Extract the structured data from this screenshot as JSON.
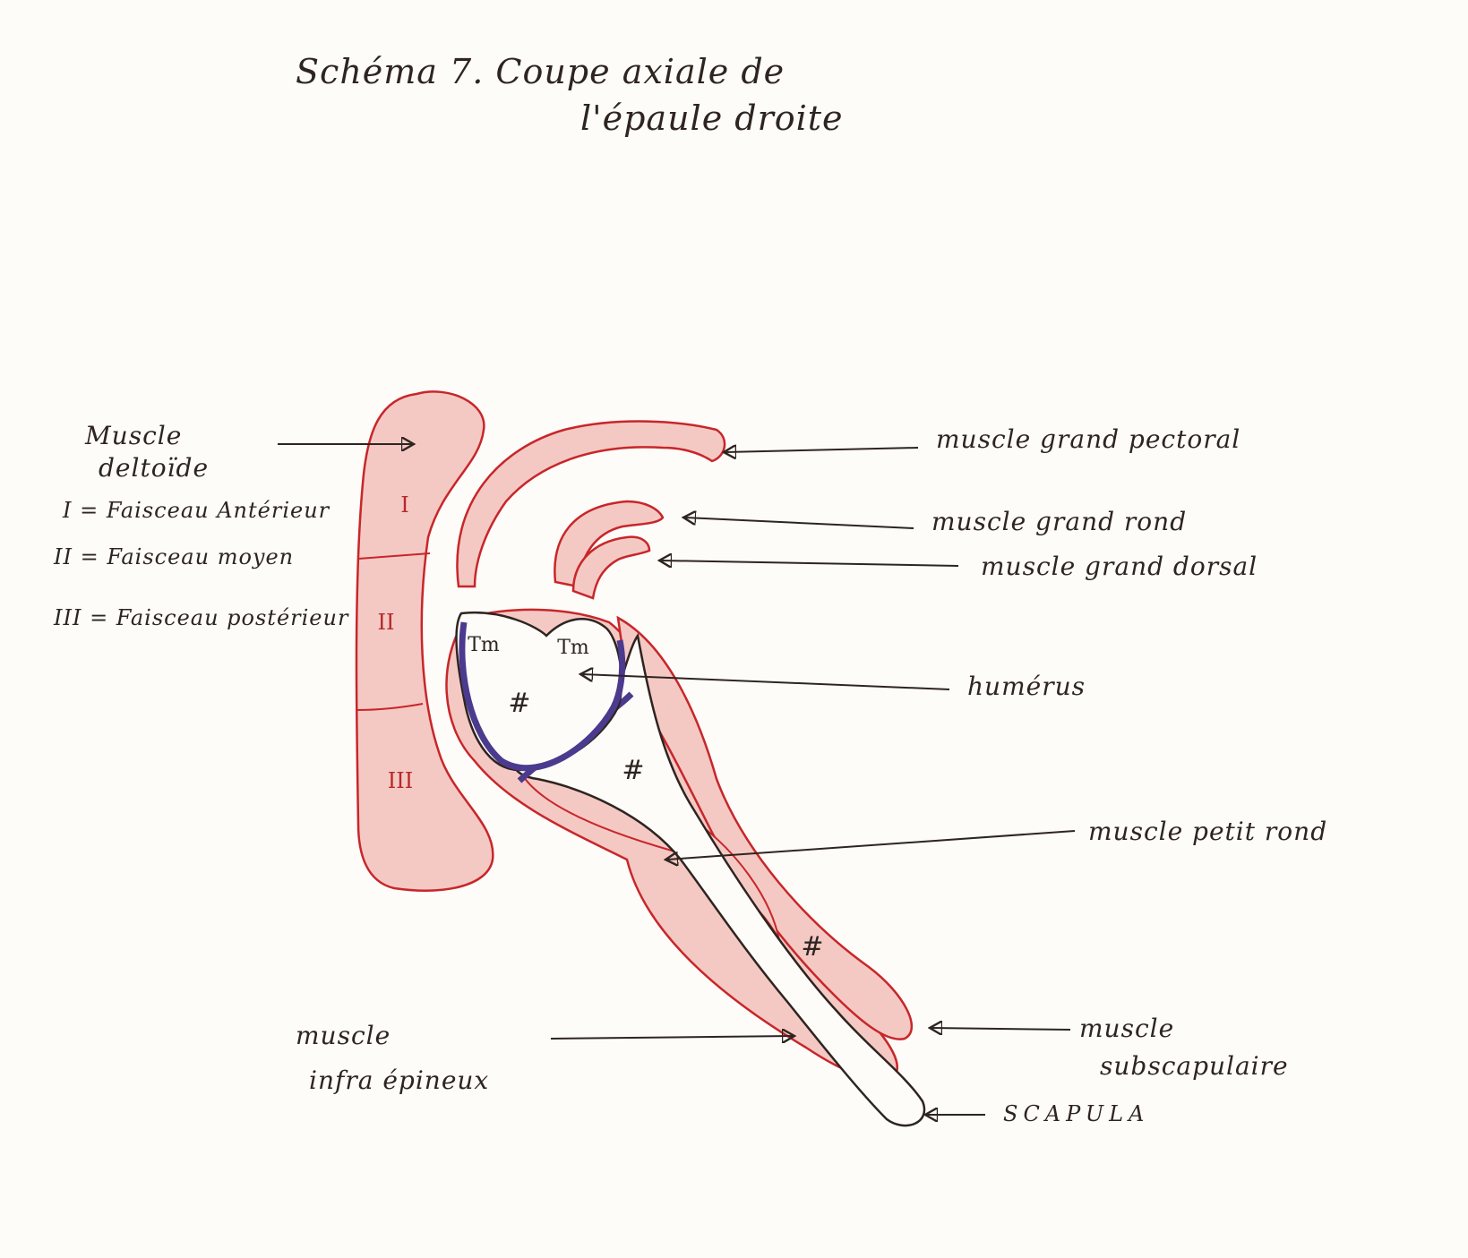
{
  "title": {
    "line1": "Schéma 7. Coupe axiale de",
    "line2": "l'épaule droite"
  },
  "left_labels": {
    "deltoide_line1": "Muscle",
    "deltoide_line2": "deltoïde",
    "legend": [
      "I = Faisceau Antérieur",
      "II = Faisceau moyen",
      "III = Faisceau postérieur"
    ],
    "infra_line1": "muscle",
    "infra_line2": "infra épineux"
  },
  "right_labels": {
    "pectoral": "muscle grand pectoral",
    "grand_rond": "muscle grand rond",
    "grand_dorsal": "muscle grand dorsal",
    "humerus": "humérus",
    "petit_rond": "muscle petit rond",
    "subscap_line1": "muscle",
    "subscap_line2": "subscapulaire",
    "scapula": "SCAPULA"
  },
  "in_figure": {
    "roman_1": "I",
    "roman_2": "II",
    "roman_3": "III",
    "tm_left": "Tm",
    "tm_right": "Tm",
    "bone_mark_1": "#",
    "bone_mark_2": "#",
    "bone_mark_3": "#"
  },
  "colors": {
    "muscle_fill": "#f4c9c4",
    "muscle_stroke": "#c8262a",
    "cartilage": "#4b3a8e",
    "ink": "#2e2420"
  }
}
